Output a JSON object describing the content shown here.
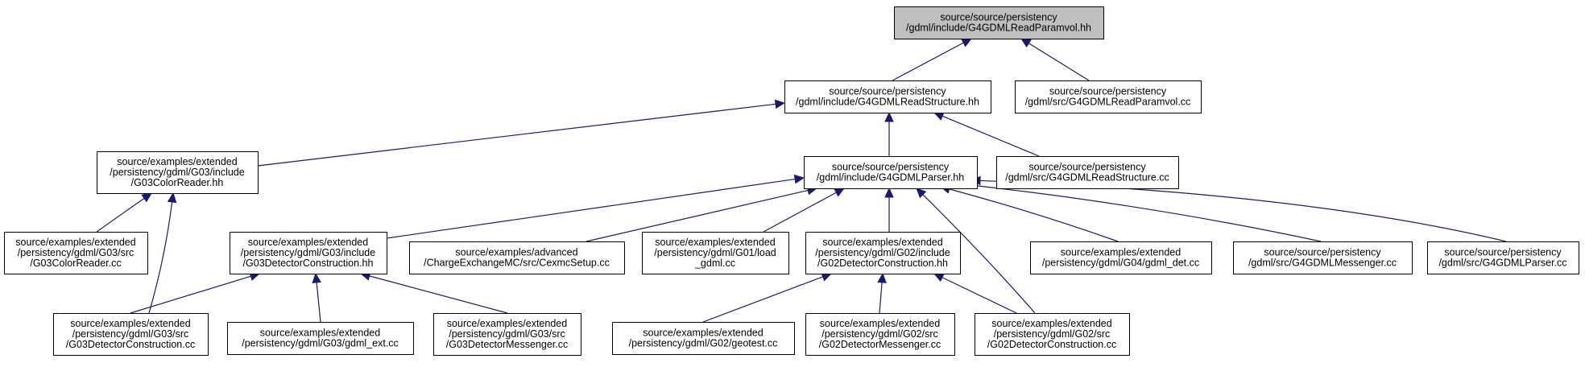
{
  "graph": {
    "nodes": [
      {
        "id": "n0",
        "lines": [
          "source/source/persistency",
          "/gdml/include/G4GDMLReadParamvol.hh"
        ],
        "root": true
      },
      {
        "id": "n1",
        "lines": [
          "source/source/persistency",
          "/gdml/include/G4GDMLReadStructure.hh"
        ]
      },
      {
        "id": "n2",
        "lines": [
          "source/source/persistency",
          "/gdml/src/G4GDMLReadParamvol.cc"
        ]
      },
      {
        "id": "n3",
        "lines": [
          "source/examples/extended",
          "/persistency/gdml/G03/include",
          "/G03ColorReader.hh"
        ]
      },
      {
        "id": "n4",
        "lines": [
          "source/source/persistency",
          "/gdml/include/G4GDMLParser.hh"
        ]
      },
      {
        "id": "n5",
        "lines": [
          "source/source/persistency",
          "/gdml/src/G4GDMLReadStructure.cc"
        ]
      },
      {
        "id": "n6",
        "lines": [
          "source/examples/extended",
          "/persistency/gdml/G03/src",
          "/G03ColorReader.cc"
        ]
      },
      {
        "id": "n7",
        "lines": [
          "source/examples/extended",
          "/persistency/gdml/G03/src",
          "/G03DetectorConstruction.cc"
        ]
      },
      {
        "id": "n8",
        "lines": [
          "source/examples/extended",
          "/persistency/gdml/G03/include",
          "/G03DetectorConstruction.hh"
        ]
      },
      {
        "id": "n9",
        "lines": [
          "source/examples/advanced",
          "/ChargeExchangeMC/src/CexmcSetup.cc"
        ]
      },
      {
        "id": "n10",
        "lines": [
          "source/examples/extended",
          "/persistency/gdml/G01/load",
          "_gdml.cc"
        ]
      },
      {
        "id": "n11",
        "lines": [
          "source/examples/extended",
          "/persistency/gdml/G02/include",
          "/G02DetectorConstruction.hh"
        ]
      },
      {
        "id": "n12",
        "lines": [
          "source/examples/extended",
          "/persistency/gdml/G04/gdml_det.cc"
        ]
      },
      {
        "id": "n13",
        "lines": [
          "source/source/persistency",
          "/gdml/src/G4GDMLMessenger.cc"
        ]
      },
      {
        "id": "n14",
        "lines": [
          "source/source/persistency",
          "/gdml/src/G4GDMLParser.cc"
        ]
      },
      {
        "id": "n15",
        "lines": [
          "source/examples/extended",
          "/persistency/gdml/G03/gdml_ext.cc"
        ]
      },
      {
        "id": "n16",
        "lines": [
          "source/examples/extended",
          "/persistency/gdml/G03/src",
          "/G03DetectorMessenger.cc"
        ]
      },
      {
        "id": "n17",
        "lines": [
          "source/examples/extended",
          "/persistency/gdml/G02/geotest.cc"
        ]
      },
      {
        "id": "n18",
        "lines": [
          "source/examples/extended",
          "/persistency/gdml/G02/src",
          "/G02DetectorMessenger.cc"
        ]
      },
      {
        "id": "n19",
        "lines": [
          "source/examples/extended",
          "/persistency/gdml/G02/src",
          "/G02DetectorConstruction.cc"
        ]
      }
    ],
    "edges": [
      {
        "from": "n1",
        "to": "n0"
      },
      {
        "from": "n2",
        "to": "n0"
      },
      {
        "from": "n3",
        "to": "n1"
      },
      {
        "from": "n4",
        "to": "n1"
      },
      {
        "from": "n5",
        "to": "n1"
      },
      {
        "from": "n6",
        "to": "n3"
      },
      {
        "from": "n7",
        "to": "n3"
      },
      {
        "from": "n8",
        "to": "n4"
      },
      {
        "from": "n9",
        "to": "n4"
      },
      {
        "from": "n10",
        "to": "n4"
      },
      {
        "from": "n11",
        "to": "n4"
      },
      {
        "from": "n12",
        "to": "n4"
      },
      {
        "from": "n13",
        "to": "n4"
      },
      {
        "from": "n14",
        "to": "n4"
      },
      {
        "from": "n19",
        "to": "n4"
      },
      {
        "from": "n7",
        "to": "n8"
      },
      {
        "from": "n15",
        "to": "n8"
      },
      {
        "from": "n16",
        "to": "n8"
      },
      {
        "from": "n17",
        "to": "n11"
      },
      {
        "from": "n18",
        "to": "n11"
      },
      {
        "from": "n19",
        "to": "n11"
      }
    ]
  }
}
